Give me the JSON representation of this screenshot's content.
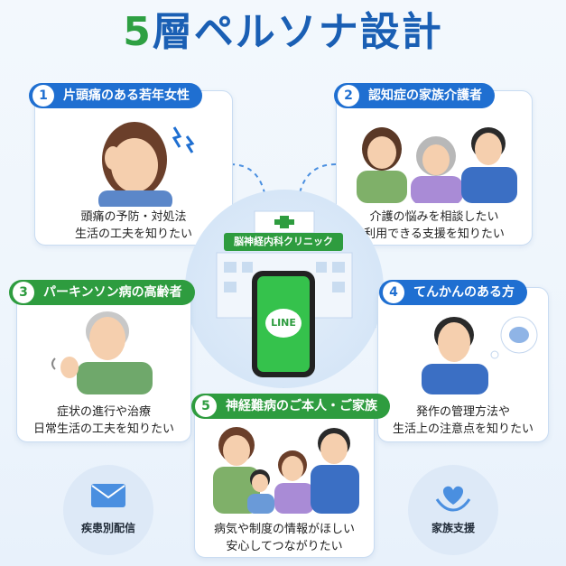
{
  "title": {
    "number": "5",
    "text": "層ペルソナ設計"
  },
  "center": {
    "clinic_name": "脳神経内科クリニック",
    "app": "LINE"
  },
  "personas": [
    {
      "num": "1",
      "title": "片頭痛のある若年女性",
      "lines": [
        "頭痛の予防・対処法",
        "生活の工夫を知りたい"
      ]
    },
    {
      "num": "2",
      "title": "認知症の家族介護者",
      "lines": [
        "介護の悩みを相談したい",
        "利用できる支援を知りたい"
      ]
    },
    {
      "num": "3",
      "title": "パーキンソン病の高齢者",
      "lines": [
        "症状の進行や治療",
        "日常生活の工夫を知りたい"
      ]
    },
    {
      "num": "4",
      "title": "てんかんのある方",
      "lines": [
        "発作の管理方法や",
        "生活上の注意点を知りたい"
      ]
    },
    {
      "num": "5",
      "title": "神経難病のご本人・ご家族",
      "lines": [
        "病気や制度の情報がほしい",
        "安心してつながりたい"
      ]
    }
  ],
  "features": {
    "left": "疾患別配信",
    "right": "家族支援"
  },
  "colors": {
    "blue": "#1f6fd1",
    "green": "#2e9c3f",
    "title_blue": "#1a5fb4"
  }
}
